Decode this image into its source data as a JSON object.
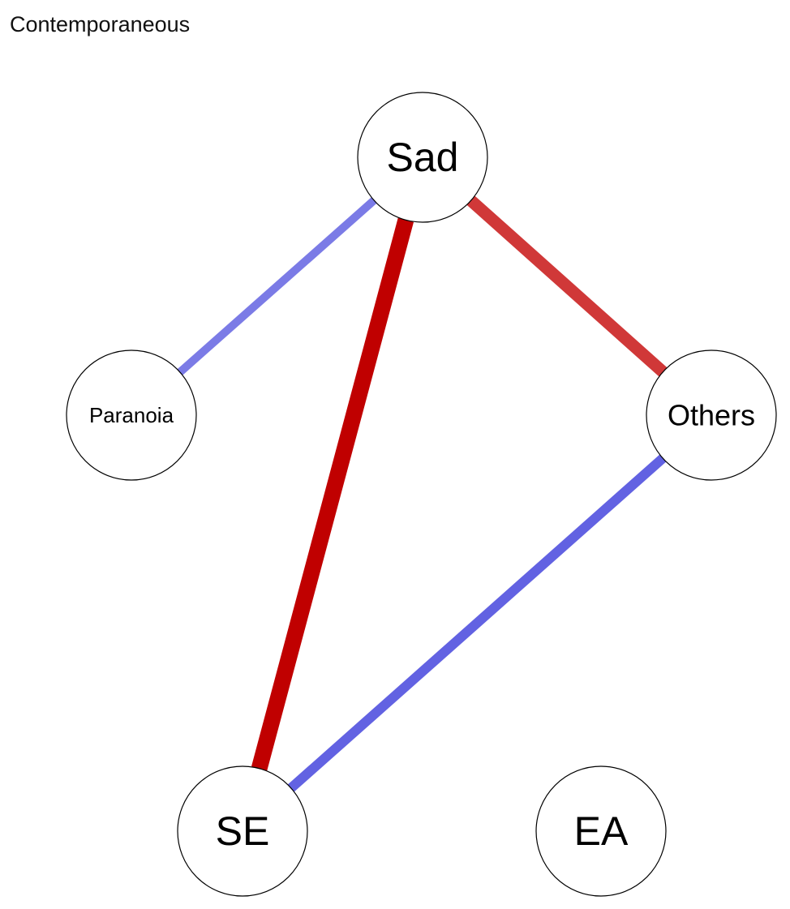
{
  "title": "Contemporaneous",
  "nodes": [
    {
      "id": "sad",
      "label": "Sad"
    },
    {
      "id": "paranoia",
      "label": "Paranoia"
    },
    {
      "id": "others",
      "label": "Others"
    },
    {
      "id": "se",
      "label": "SE"
    },
    {
      "id": "ea",
      "label": "EA"
    }
  ],
  "edges": [
    {
      "from": "sad",
      "to": "paranoia",
      "sign": "positive",
      "color": "#7b7be6"
    },
    {
      "from": "sad",
      "to": "se",
      "sign": "negative",
      "color": "#c00000"
    },
    {
      "from": "sad",
      "to": "others",
      "sign": "negative",
      "color": "#d03838"
    },
    {
      "from": "others",
      "to": "se",
      "sign": "positive",
      "color": "#6262e2"
    }
  ],
  "colors": {
    "positive_edge": "#6a6ae4",
    "negative_edge": "#c80000",
    "node_fill": "#ffffff",
    "node_stroke": "#000000"
  }
}
